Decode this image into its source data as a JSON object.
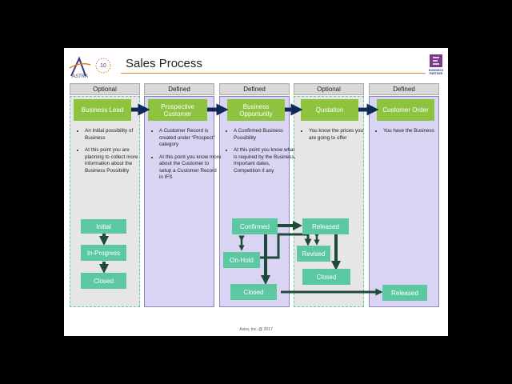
{
  "slide": {
    "title": "Sales Process",
    "logo_text": "ASTRA",
    "badge_text": "BUSINESS PARTNER",
    "footer": "Astra, Inc. @ 2017"
  },
  "columns": [
    {
      "header": "Optional",
      "stage": "Business Lead",
      "bullets": [
        "An Initial possibility of Business",
        "At this point you are planning to collect more information about the Business Possibility"
      ]
    },
    {
      "header": "Defined",
      "stage": "Prospective Customer",
      "bullets": [
        "A Customer Record is created under “Prospect” category",
        "At this point you know more about the Customer to setup a Customer Record in IFS"
      ]
    },
    {
      "header": "Defined",
      "stage": "Business Opportunity",
      "bullets": [
        "A Confirmed Business Possibility",
        "At this point you know what is required by the Business, Important dates, Competition if any"
      ]
    },
    {
      "header": "Optional",
      "stage": "Quotation",
      "bullets": [
        "You know the prices you are going to offer"
      ]
    },
    {
      "header": "Defined",
      "stage": "Customer Order",
      "bullets": [
        "You have the Business"
      ]
    }
  ],
  "statuses": {
    "lead_initial": "Initial",
    "lead_inprogress": "In-Progress",
    "lead_closed": "Closed",
    "opp_confirmed": "Confirmed",
    "opp_onhold": "On-Hold",
    "opp_closed": "Closed",
    "quote_released": "Released",
    "quote_revised": "Revised",
    "quote_closed": "Closed",
    "order_released": "Released"
  },
  "colors": {
    "stage_green": "#8dc33f",
    "status_teal": "#5cc8a2",
    "navy_arrow": "#0f2a5a",
    "dark_arrow": "#1e4a3a",
    "title_rule": "#f08a30"
  }
}
